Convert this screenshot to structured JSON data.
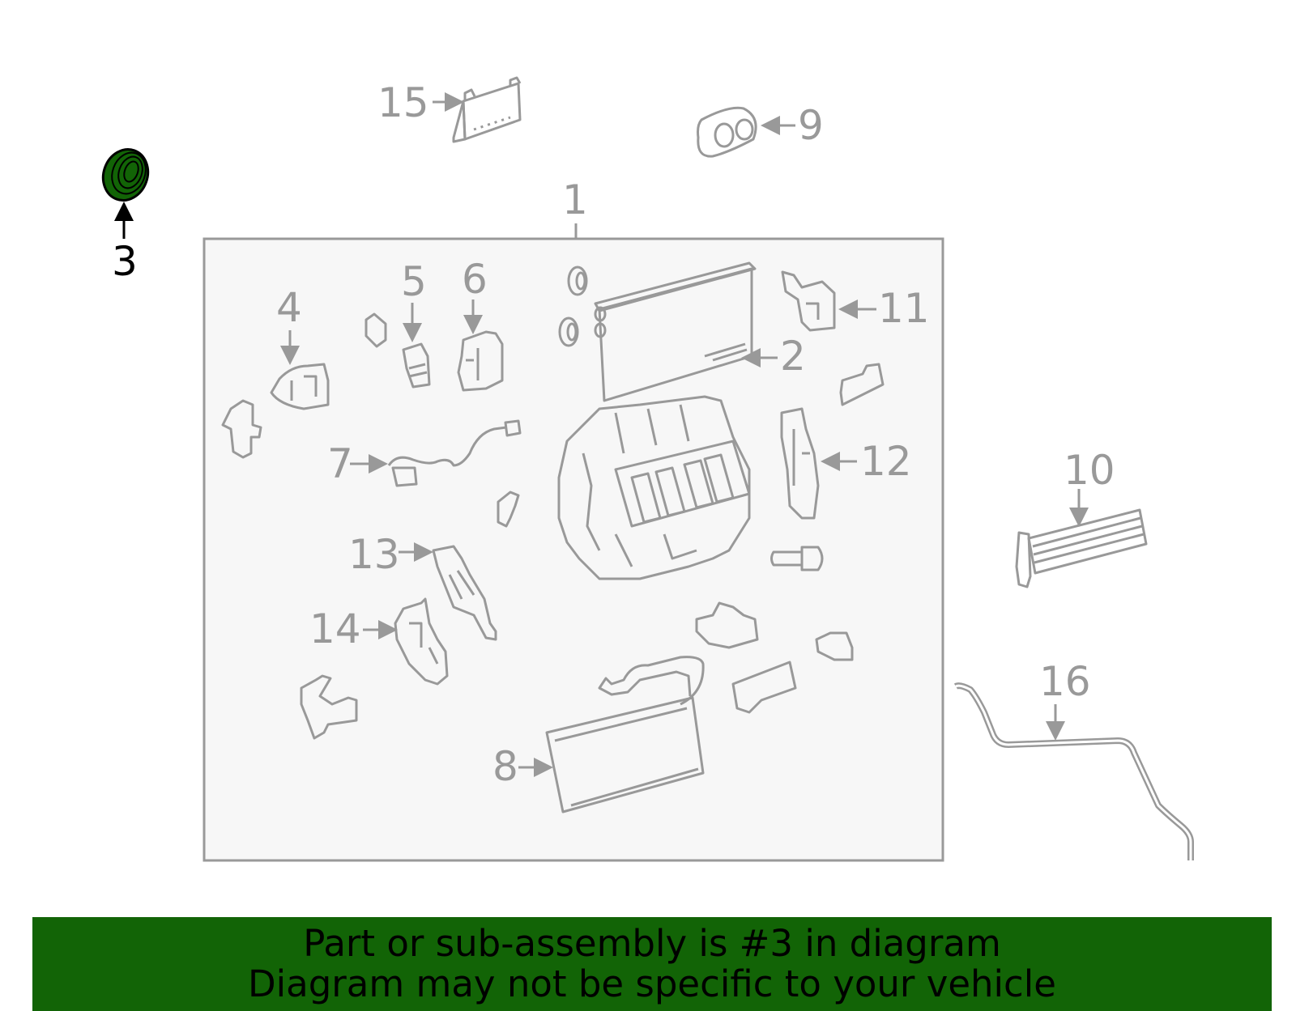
{
  "diagram": {
    "subject": "HVAC heater / A/C unit assembly parts diagram",
    "highlighted_part": "3",
    "colors": {
      "line": "#999999",
      "assembly_box_fill": "#f7f7f7",
      "highlight_fill": "#126406",
      "highlight_stroke": "#000000",
      "banner_bg": "#126406",
      "banner_text": "#000000"
    },
    "callouts": [
      {
        "id": "c1",
        "label": "1"
      },
      {
        "id": "c2",
        "label": "2"
      },
      {
        "id": "c3",
        "label": "3"
      },
      {
        "id": "c4",
        "label": "4"
      },
      {
        "id": "c5",
        "label": "5"
      },
      {
        "id": "c6",
        "label": "6"
      },
      {
        "id": "c7",
        "label": "7"
      },
      {
        "id": "c8",
        "label": "8"
      },
      {
        "id": "c9",
        "label": "9"
      },
      {
        "id": "c10",
        "label": "10"
      },
      {
        "id": "c11",
        "label": "11"
      },
      {
        "id": "c12",
        "label": "12"
      },
      {
        "id": "c13",
        "label": "13"
      },
      {
        "id": "c14",
        "label": "14"
      },
      {
        "id": "c15",
        "label": "15"
      },
      {
        "id": "c16",
        "label": "16"
      }
    ]
  },
  "banner": {
    "line1": "Part or sub-assembly is #3 in diagram",
    "line2": "Diagram may not be specific to your vehicle"
  }
}
